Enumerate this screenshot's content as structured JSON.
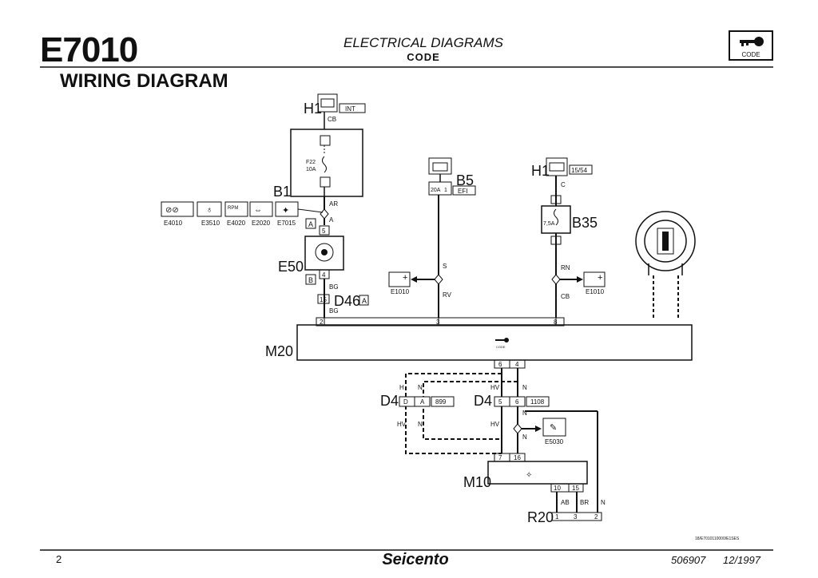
{
  "header": {
    "code": "E7010",
    "title": "WIRING DIAGRAM",
    "section_title": "ELECTRICAL DIAGRAMS",
    "section_subtitle": "CODE",
    "code_box_label": "CODE"
  },
  "footer": {
    "page_number": "2",
    "brand": "Seicento",
    "doc_number": "506907",
    "date": "12/1997",
    "ref_code": "18/E7010110000/E1SES"
  },
  "diagram": {
    "components": {
      "H1_top": "H1",
      "H1_top_tag": "INT",
      "H1_top_wire": "CB",
      "fuse_F22": "F22",
      "fuse_F22_rating": "10A",
      "B1": "B1",
      "B1_wire": "AR",
      "B1_wire2": "A",
      "panel_codes": [
        "E4010",
        "E3510",
        "E4020",
        "E2020",
        "E7015"
      ],
      "connector_A": "A",
      "connector_B": "B",
      "E50": "E50",
      "pin_5": "5",
      "pin_4": "4",
      "wire_BG": "BG",
      "D46": "D46",
      "D46_tag": "A",
      "pin_15": "15",
      "wire_BG2": "BG",
      "B5": "B5",
      "B5_rating": "20A",
      "B5_tag": "EFI",
      "B5_pin": "1",
      "wire_S": "S",
      "wire_RV": "RV",
      "ground_left": "E1010",
      "H1_right": "H1",
      "H1_right_tag": "15/54",
      "wire_C": "C",
      "B35": "B35",
      "B35_rating": "7,5A",
      "wire_RN": "RN",
      "wire_CB": "CB",
      "ground_right": "E1010",
      "M20": "M20",
      "M20_pins": [
        "2",
        "3",
        "8"
      ],
      "M20_code_label": "CODE",
      "M20_out_pins": [
        "6",
        "4"
      ],
      "D4_left": "D4",
      "D4_left_pins": [
        "D",
        "A"
      ],
      "D4_left_tag": "899",
      "D4_right": "D4",
      "D4_right_pins": [
        "5",
        "6"
      ],
      "D4_right_tag": "1108",
      "wire_H": "H",
      "wire_N": "N",
      "wire_HV": "HV",
      "E5030": "E5030",
      "M10": "M10",
      "M10_in_pins": [
        "7",
        "16"
      ],
      "M10_out_pins": [
        "10",
        "15"
      ],
      "wire_AB": "AB",
      "wire_BR": "BR",
      "R20": "R20",
      "R20_pins": [
        "1",
        "3",
        "2"
      ]
    }
  }
}
